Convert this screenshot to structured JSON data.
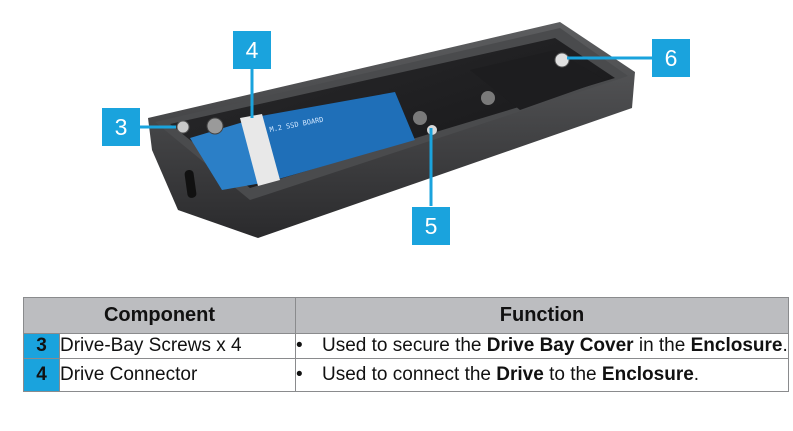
{
  "callouts": [
    "3",
    "4",
    "5",
    "6"
  ],
  "table": {
    "headers": {
      "component": "Component",
      "function": "Function"
    },
    "rows": [
      {
        "num": "3",
        "component": "Drive-Bay Screws x 4",
        "bullet": "•",
        "fn_parts": [
          "Used to secure the ",
          "Drive Bay Cover",
          " in the ",
          "Enclosure",
          "."
        ]
      },
      {
        "num": "4",
        "component": "Drive Connector",
        "bullet": "•",
        "fn_parts": [
          "Used to connect the ",
          "Drive",
          " to the ",
          "Enclosure",
          "."
        ]
      }
    ]
  },
  "colors": {
    "callout": "#1aa3dd",
    "header_bg": "#bcbdc0",
    "pcb": "#1f6fb8",
    "enclosure": "#2c2c2e"
  }
}
